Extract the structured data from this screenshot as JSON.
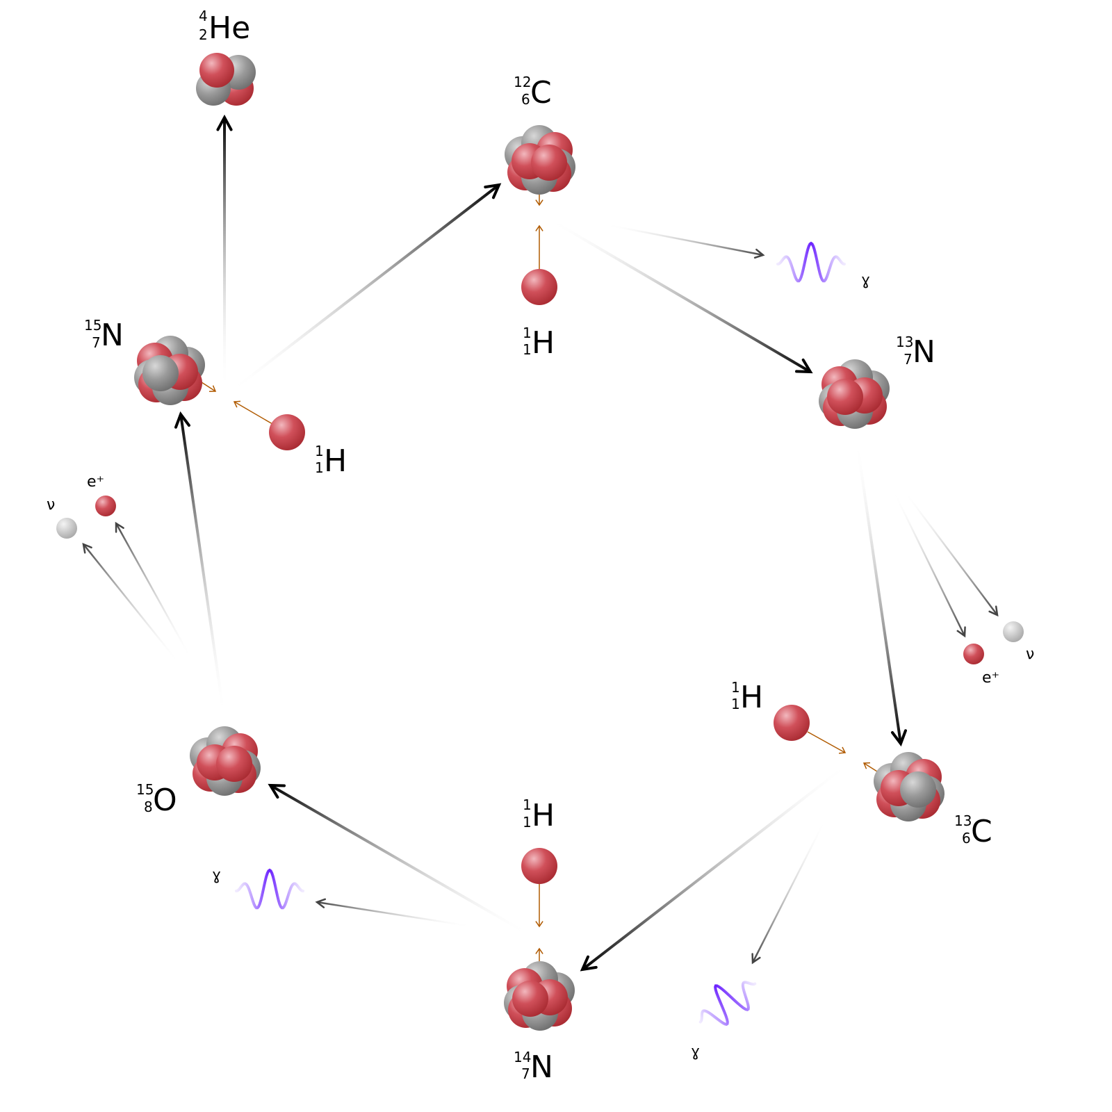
{
  "colors": {
    "proton": "#c0393f",
    "neutron": "#8f8f8f",
    "transition": "#b05a00",
    "gamma": "#6a1fff",
    "arrow": "#000000"
  },
  "isotopes": {
    "he4": {
      "mass": "4",
      "z": "2",
      "symbol": "He"
    },
    "c12": {
      "mass": "12",
      "z": "6",
      "symbol": "C"
    },
    "n13": {
      "mass": "13",
      "z": "7",
      "symbol": "N"
    },
    "c13": {
      "mass": "13",
      "z": "6",
      "symbol": "C"
    },
    "n14": {
      "mass": "14",
      "z": "7",
      "symbol": "N"
    },
    "o15": {
      "mass": "15",
      "z": "8",
      "symbol": "O"
    },
    "n15": {
      "mass": "15",
      "z": "7",
      "symbol": "N"
    },
    "h1": {
      "mass": "1",
      "z": "1",
      "symbol": "H"
    }
  },
  "particles": {
    "positron": "e⁺",
    "neutrino": "ν",
    "gamma": "ɣ"
  }
}
